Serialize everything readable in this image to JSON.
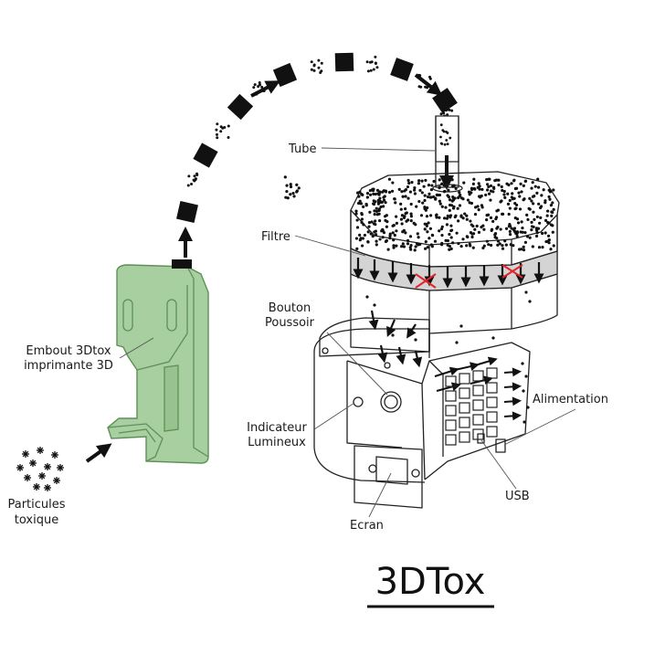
{
  "title": "3DTox",
  "labels": {
    "tube": "Tube",
    "filtre": "Filtre",
    "bouton_l1": "Bouton",
    "bouton_l2": "Poussoir",
    "embout_l1": "Embout 3Dtox",
    "embout_l2": "imprimante 3D",
    "indicateur_l1": "Indicateur",
    "indicateur_l2": "Lumineux",
    "alimentation": "Alimentation",
    "usb": "USB",
    "ecran": "Ecran",
    "particules_l1": "Particules",
    "particules_l2": "toxique"
  },
  "colors": {
    "mouthpiece_fill": "#a8cfa0",
    "mouthpiece_stroke": "#5f8f57",
    "filter_band": "#d4d4d4",
    "blocked_mark": "#e0262b",
    "ink": "#111111"
  }
}
